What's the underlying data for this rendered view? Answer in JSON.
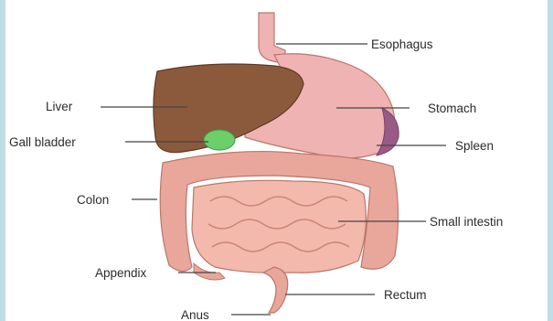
{
  "labels": {
    "esophagus": "Esophagus",
    "liver": "Liver",
    "stomach": "Stomach",
    "gall_bladder": "Gall bladder",
    "spleen": "Spleen",
    "colon": "Colon",
    "small_intestine": "Small intestin",
    "appendix": "Appendix",
    "rectum": "Rectum",
    "anus": "Anus"
  },
  "colors": {
    "liver": "#8b5a3c",
    "gall_bladder": "#6bd06b",
    "stomach": "#f0b3b3",
    "spleen": "#9a5a86",
    "intestine": "#e8a79a",
    "outline": "#b9776b",
    "leader_line": "#444444",
    "frame": "#bfdde5"
  }
}
